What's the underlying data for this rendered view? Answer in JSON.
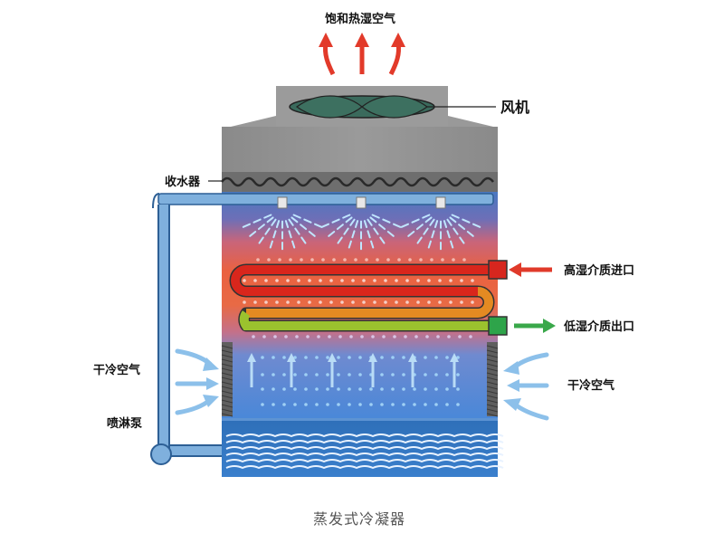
{
  "title": "",
  "caption": "蒸发式冷凝器",
  "labels": {
    "exhaust_air": "饱和热湿空气",
    "fan": "风机",
    "water_collector": "收水器",
    "inlet": "高湿介质进口",
    "outlet": "低湿介质出口",
    "dry_air_left": "干冷空气",
    "dry_air_right": "干冷空气",
    "spray_pump": "喷淋泵"
  },
  "colors": {
    "hot_inlet": "#d7261e",
    "cool_outlet": "#2ea44a",
    "cold_air": "#5aa3d9",
    "hot_air": "#e83a25",
    "casing": "#8e8e8e",
    "basin_water": "#2f6fb5"
  },
  "icons": {
    "fan": "fan-blade-icon",
    "nozzle": "spray-nozzle-icon",
    "arrow_up": "arrow-up-icon",
    "arrow_in": "arrow-in-icon"
  }
}
